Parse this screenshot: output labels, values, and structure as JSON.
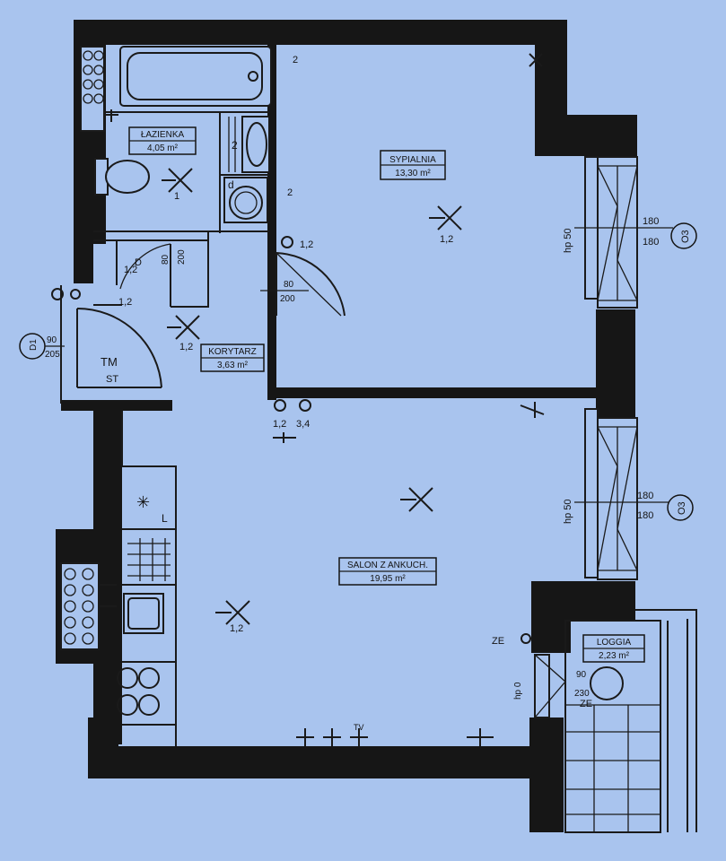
{
  "rooms": {
    "bathroom": {
      "name": "ŁAZIENKA",
      "area": "4,05 m²"
    },
    "bedroom": {
      "name": "SYPIALNIA",
      "area": "13,30 m²"
    },
    "corridor": {
      "name": "KORYTARZ",
      "area": "3,63 m²"
    },
    "living": {
      "name": "SALON Z ANKUCH.",
      "area": "19,95 m²"
    },
    "loggia": {
      "name": "LOGGIA",
      "area": "2,23 m²"
    }
  },
  "doors": {
    "bath_w": "80",
    "bath_h": "200",
    "bed_w": "80",
    "bed_h": "200",
    "entry_w": "90",
    "entry_h": "205",
    "entry_code": "D1"
  },
  "windows": {
    "upper_top": "180",
    "upper_bottom": "180",
    "upper_code": "O3",
    "upper_hp": "hp 50",
    "lower_top": "180",
    "lower_bottom": "180",
    "lower_code": "O3",
    "lower_hp": "hp 50",
    "loggia_hp": "hp 0",
    "loggia_w": "90",
    "loggia_h": "230"
  },
  "fixtures": {
    "tm": "TM",
    "st": "ST",
    "l": "L",
    "ze1": "ZE",
    "ze2": "ZE",
    "tv": "TV",
    "d": "d",
    "two_a": "2",
    "two_b": "2",
    "two_c": "2",
    "d_label": "D"
  },
  "lights": {
    "bath": "1",
    "bed": "1,2",
    "corr": "1,2",
    "entry": "1,2",
    "hall": "1,2",
    "door_bed": "1,2",
    "liv1": "3,4",
    "liv2": "1,2",
    "bath_d": "1,2",
    "entry2": "1,2"
  }
}
